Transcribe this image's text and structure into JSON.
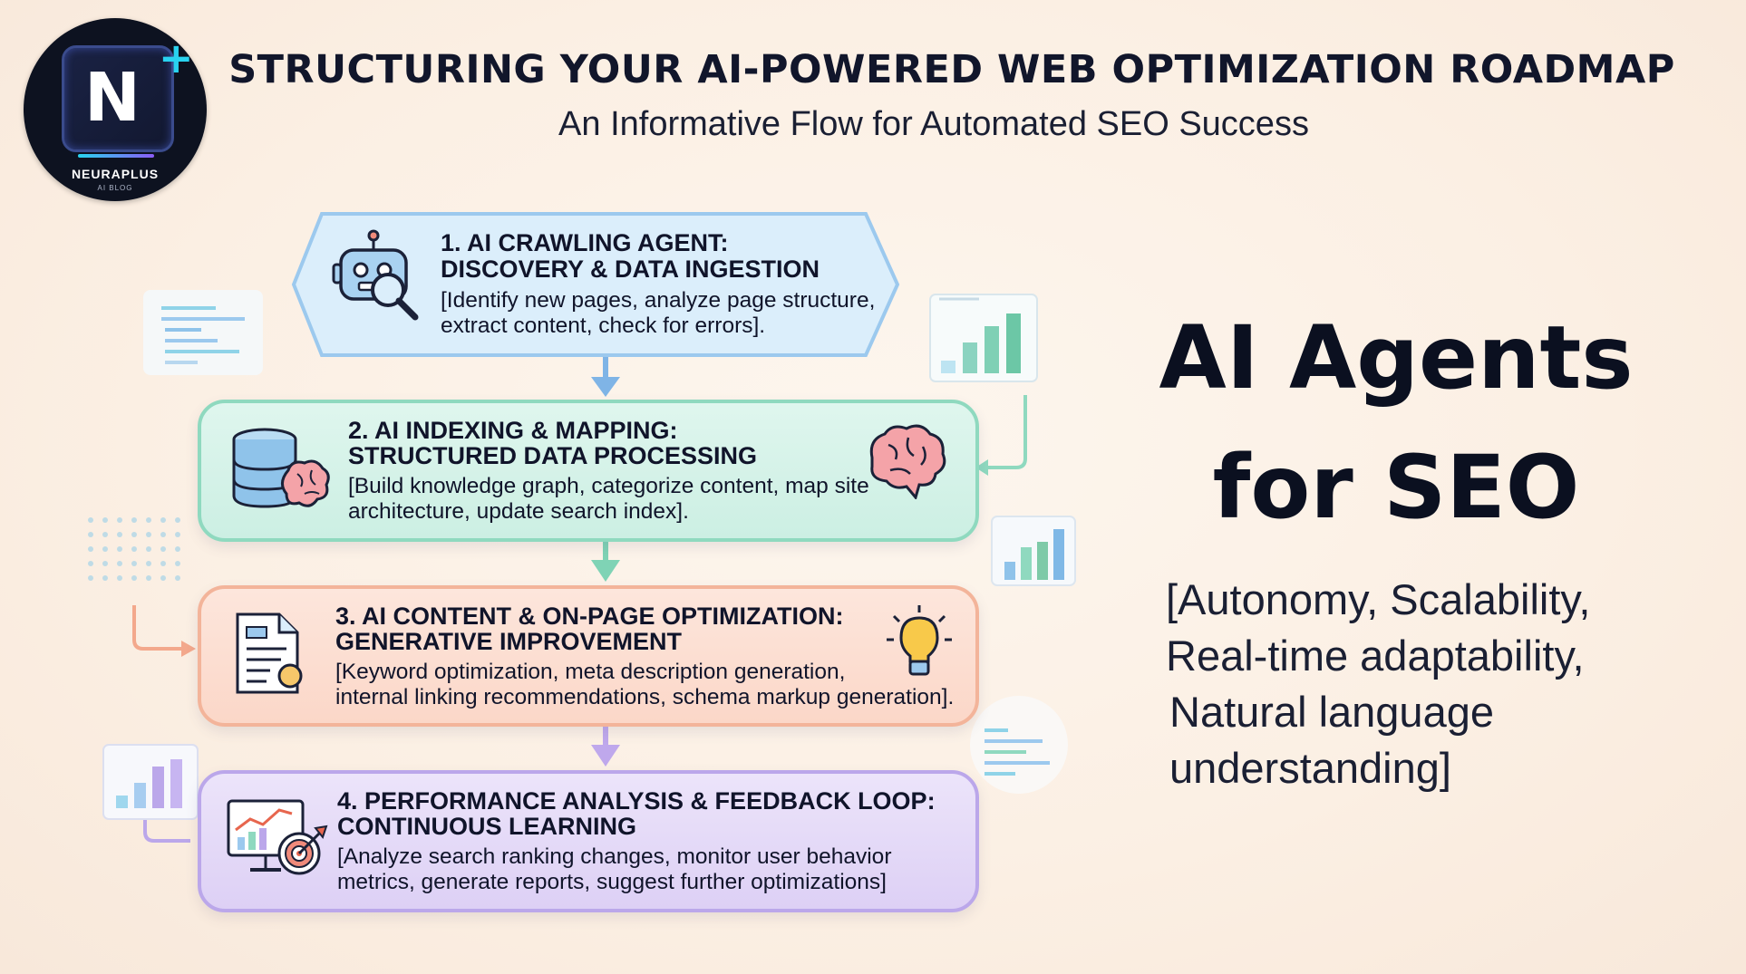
{
  "logo": {
    "letter": "N",
    "plus": "+",
    "brand": "NEURAPLUS",
    "sub": "AI BLOG"
  },
  "header": {
    "title": "STRUCTURING YOUR AI-POWERED WEB OPTIMIZATION ROADMAP",
    "subtitle": "An Informative Flow for Automated SEO Success"
  },
  "steps": [
    {
      "head1": "1. AI CRAWLING AGENT:",
      "head2": "DISCOVERY & DATA INGESTION",
      "desc1": "[Identify new pages, analyze page structure,",
      "desc2": "extract content, check for errors].",
      "icon": "robot-magnifier-icon",
      "color": "#9cc9ee"
    },
    {
      "head1": "2. AI INDEXING & MAPPING:",
      "head2": "STRUCTURED DATA PROCESSING",
      "desc1": "[Build knowledge graph, categorize content, map site",
      "desc2": "architecture, update search index].",
      "icon": "database-brain-icon",
      "color": "#8fd9bf"
    },
    {
      "head1": "3. AI CONTENT & ON-PAGE OPTIMIZATION:",
      "head2": "GENERATIVE IMPROVEMENT",
      "desc1": "[Keyword optimization, meta description generation,",
      "desc2": "internal linking recommendations, schema markup generation].",
      "icon": "document-lightbulb-icon",
      "color": "#f3b49a"
    },
    {
      "head1": "4. PERFORMANCE ANALYSIS & FEEDBACK LOOP:",
      "head2": "CONTINUOUS LEARNING",
      "desc1": "[Analyze search ranking changes, monitor user behavior",
      "desc2": "metrics, generate reports, suggest further optimizations]",
      "icon": "analytics-target-icon",
      "color": "#bba7ea"
    }
  ],
  "side": {
    "title_line1": "AI Agents",
    "title_line2": "for SEO",
    "tagline": [
      "[Autonomy, Scalability,",
      "Real-time adaptability,",
      "Natural language",
      "understanding]"
    ]
  }
}
